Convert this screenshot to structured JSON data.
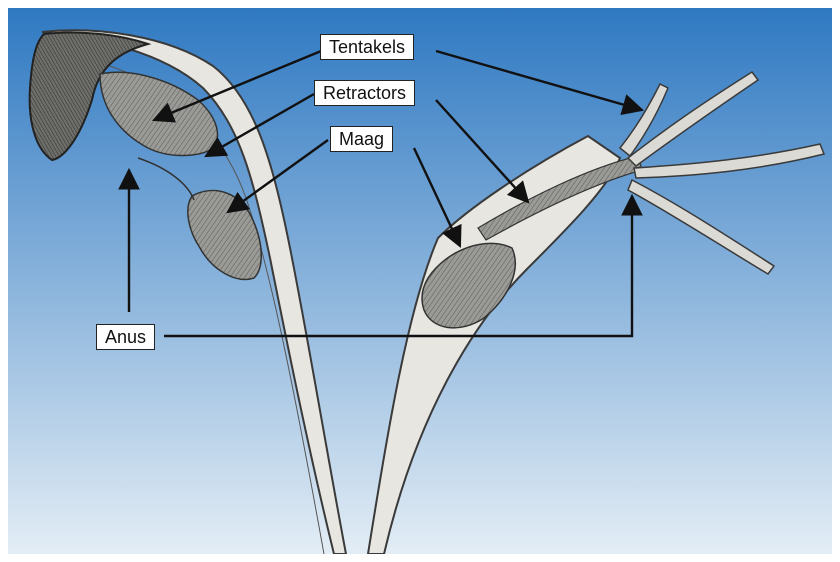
{
  "diagram": {
    "colors": {
      "sky_top": "#2f79c2",
      "sky_bottom": "#e3edf5",
      "shell_fill": "#e8e6e0",
      "shell_outline": "#3a3a3a",
      "tissue_fill": "#8a8a86",
      "arrow": "#111111"
    },
    "labels": {
      "tentakels": "Tentakels",
      "retractors": "Retractors",
      "maag": "Maag",
      "anus": "Anus"
    }
  }
}
